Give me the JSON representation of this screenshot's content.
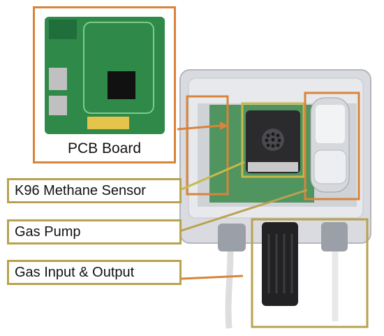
{
  "labels": {
    "pcb_board": "PCB Board",
    "methane_sensor": "K96 Methane Sensor",
    "gas_pump": "Gas Pump",
    "gas_io": "Gas Input & Output"
  },
  "colors": {
    "accent_orange": "#d8843a",
    "label_border": "#b9a24f",
    "sensor_highlight": "#c8b94a",
    "pcb_green": "#2f8a4a"
  }
}
